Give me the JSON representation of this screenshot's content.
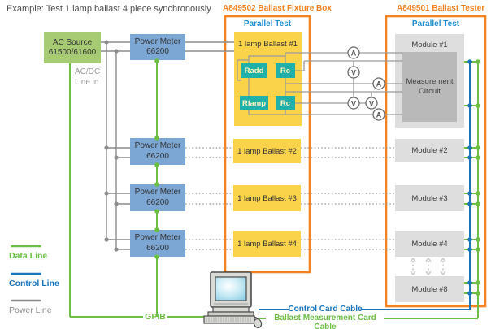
{
  "title": "Example: Test 1 lamp ballast 4 piece synchronously",
  "ac_source": {
    "name": "AC Source",
    "model": "61500/61600"
  },
  "ac_dc_note": {
    "line1": "AC/DC",
    "line2": "Line in"
  },
  "power_meters": [
    {
      "name": "Power Meter",
      "model": "66200"
    },
    {
      "name": "Power Meter",
      "model": "66200"
    },
    {
      "name": "Power Meter",
      "model": "66200"
    },
    {
      "name": "Power Meter",
      "model": "66200"
    }
  ],
  "fixture": {
    "title": "A849502 Ballast Fixture Box",
    "mode": "Parallel Test",
    "ballasts": [
      {
        "label": "1 lamp Ballast #1"
      },
      {
        "label": "1 lamp Ballast #2"
      },
      {
        "label": "1 lamp Ballast #3"
      },
      {
        "label": "1 lamp Ballast #4"
      }
    ],
    "components": {
      "radd": "Radd",
      "rc_top": "Rc",
      "rlamp": "Rlamp",
      "rc_bottom": "Rc"
    }
  },
  "tester": {
    "title": "A849501 Ballast Tester",
    "mode": "Parallel Test",
    "modules": [
      {
        "label": "Module #1"
      },
      {
        "label": "Module #2"
      },
      {
        "label": "Module #3"
      },
      {
        "label": "Module #4"
      },
      {
        "label": "Module #8"
      }
    ],
    "measurement_circuit": {
      "line1": "Measurement",
      "line2": "Circuit"
    }
  },
  "meters": [
    "A",
    "V",
    "A",
    "V",
    "V",
    "A"
  ],
  "legend": [
    {
      "label": "Data Line",
      "color": "#6CBE45"
    },
    {
      "label": "Control Line",
      "color": "#1B75BC"
    },
    {
      "label": "Power Line",
      "color": "#8C8C8C"
    }
  ],
  "cables": {
    "gpib": "GPIB",
    "control": "Control Card Cable",
    "ballast_measurement": "Ballast Measurement Card Cable"
  },
  "colors": {
    "data_line": "#6CBE45",
    "control_line": "#1B75BC",
    "power_line": "#8C8C8C",
    "accent_orange": "#F58220",
    "ballast_yellow": "#FBD34B",
    "component_teal": "#1FB0A9",
    "ac_source_green": "#A6CB72",
    "power_meter_blue": "#7CA7D5",
    "module_gray": "#DEDEDE",
    "circuit_gray": "#B9B9B9",
    "parallel_test_blue": "#1E8FD5"
  }
}
